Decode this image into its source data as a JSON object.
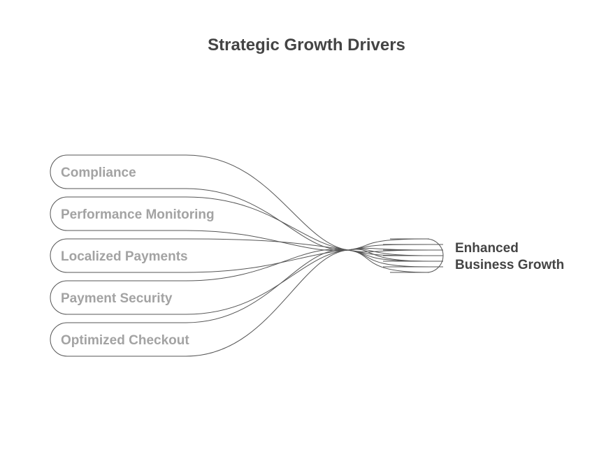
{
  "title": "Strategic Growth Drivers",
  "drivers": [
    {
      "label": "Compliance"
    },
    {
      "label": "Performance Monitoring"
    },
    {
      "label": "Localized Payments"
    },
    {
      "label": "Payment Security"
    },
    {
      "label": "Optimized Checkout"
    }
  ],
  "outcome": {
    "lines": [
      "Enhanced",
      "Business Growth"
    ]
  },
  "colors": {
    "driver_text": "#a3a3a3",
    "outcome_text": "#444444",
    "stroke": "#555555"
  }
}
